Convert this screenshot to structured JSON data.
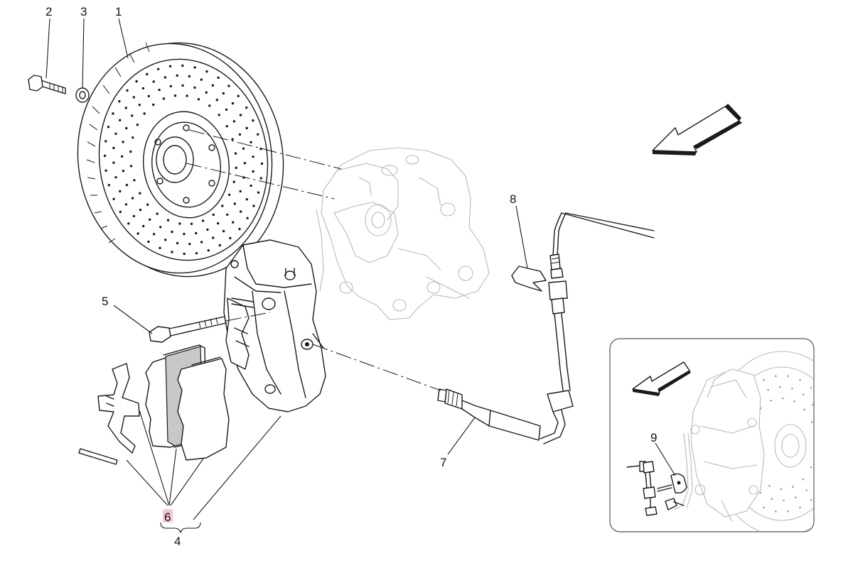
{
  "callouts": {
    "c1": "1",
    "c2": "2",
    "c3": "3",
    "c4": "4",
    "c5": "5",
    "c6": "6",
    "c7": "7",
    "c8": "8",
    "c9": "9"
  },
  "colors": {
    "line": "#1a1a1a",
    "ghost_line": "#b9b9b9",
    "highlight": "#f7c6d4",
    "background": "#ffffff"
  }
}
